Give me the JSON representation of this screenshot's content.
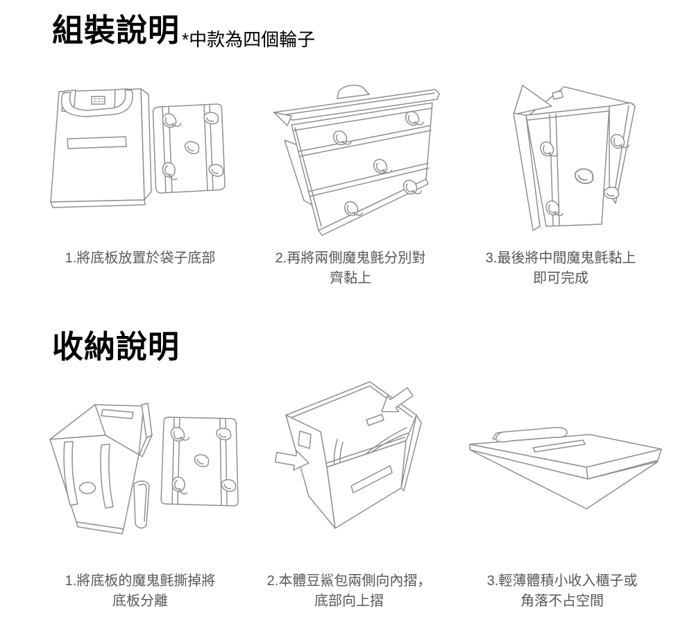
{
  "meta": {
    "background": "#ffffff",
    "line_color": "#8f8f8f",
    "title_color": "#000000",
    "caption_color": "#595757"
  },
  "sections": [
    {
      "id": "assembly",
      "title": "組裝說明",
      "note": "*中款為四個輪子",
      "steps": [
        {
          "caption": "1.將底板放置於袋子底部",
          "illustration": "tote-bag-beside-base-board"
        },
        {
          "caption": "2.再將兩側魔鬼氈分別對\n齊黏上",
          "illustration": "align-and-stick-side-velcro"
        },
        {
          "caption": "3.最後將中間魔鬼氈黏上\n即可完成",
          "illustration": "stick-middle-velcro-to-finish"
        }
      ]
    },
    {
      "id": "storage",
      "title": "收納說明",
      "note": "",
      "steps": [
        {
          "caption": "1.將底板的魔鬼氈撕掉將\n底板分離",
          "illustration": "peel-velcro-detach-base-board"
        },
        {
          "caption": "2.本體豆鯊包兩側向內摺，\n底部向上摺",
          "illustration": "fold-sides-inward-bottom-up"
        },
        {
          "caption": "3.輕薄體積小收入櫃子或\n角落不占空間",
          "illustration": "folded-flat-compact-storage"
        }
      ]
    }
  ]
}
